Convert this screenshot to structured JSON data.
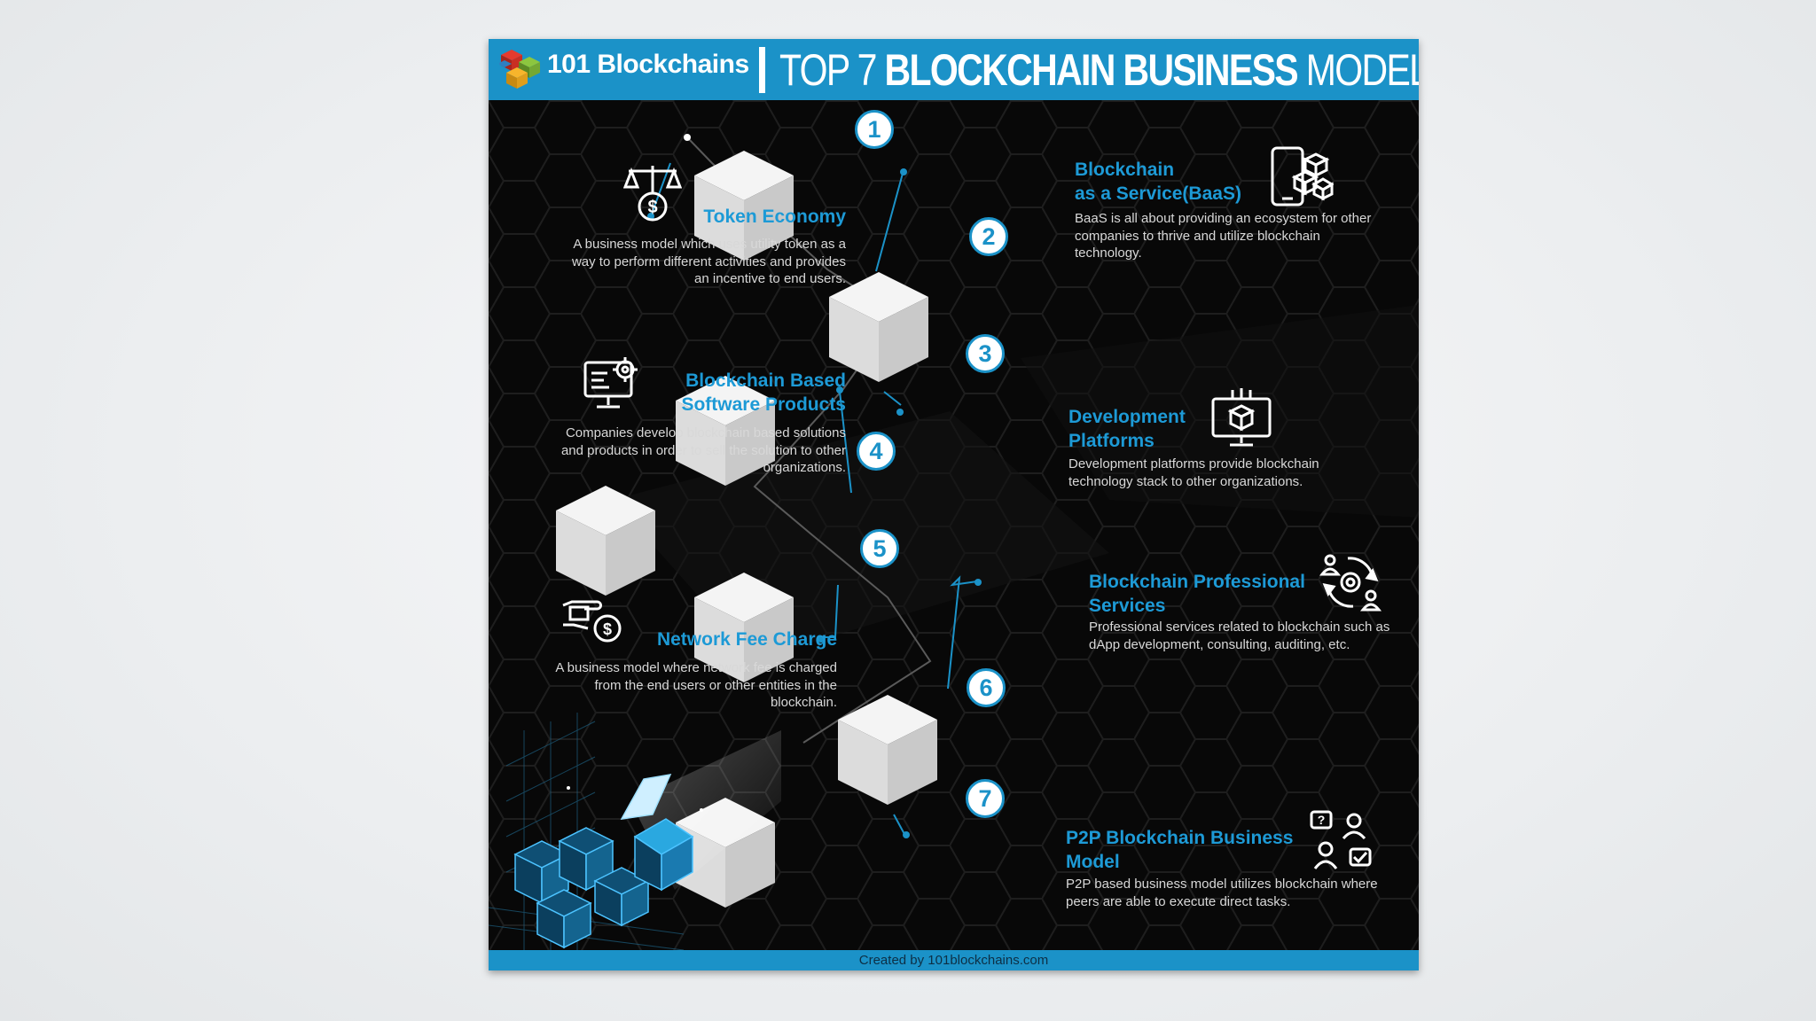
{
  "header": {
    "logo_text": "101 Blockchains",
    "title_part1": "TOP 7 ",
    "title_part2": "BLOCKCHAIN BUSINESS",
    "title_part3": " MODELS"
  },
  "steps": [
    {
      "number": "1",
      "heading": "Token Economy",
      "description": "A business model which uses utility token as a way to perform different activities and provides an incentive to end users.",
      "icon": "scale-dollar-icon"
    },
    {
      "number": "2",
      "heading_line1": "Blockchain",
      "heading_line2": "as a Service(BaaS)",
      "description": "BaaS is all about providing an ecosystem for other companies to thrive and utilize blockchain technology.",
      "icon": "phone-blocks-icon"
    },
    {
      "number": "3",
      "heading_line1": "Development",
      "heading_line2": "Platforms",
      "description": "Development platforms provide blockchain technology stack to other organizations.",
      "icon": "monitor-cube-icon"
    },
    {
      "number": "4",
      "heading_line1": "Blockchain Based",
      "heading_line2": "Software Products",
      "description": "Companies develop blockchain based solutions and products in order to sell the solution to other organizations.",
      "icon": "monitor-gear-icon"
    },
    {
      "number": "5",
      "heading": "Network Fee Charge",
      "description": "A business model where network fee is charged from the end users or other entities in the blockchain.",
      "icon": "hand-coin-icon"
    },
    {
      "number": "6",
      "heading_line1": "Blockchain Professional",
      "heading_line2": "Services",
      "description": "Professional services related to blockchain such as dApp development, consulting, auditing, etc.",
      "icon": "people-cycle-icon"
    },
    {
      "number": "7",
      "heading_line1": "P2P Blockchain Business",
      "heading_line2": "Model",
      "description": "P2P based business model utilizes blockchain where peers are able to execute direct tasks.",
      "icon": "peer-users-icon"
    }
  ],
  "footer": {
    "credit": "Created by 101blockchains.com"
  },
  "colors": {
    "accent": "#1b92c8",
    "heading": "#1d9ad6",
    "background": "#080808"
  }
}
